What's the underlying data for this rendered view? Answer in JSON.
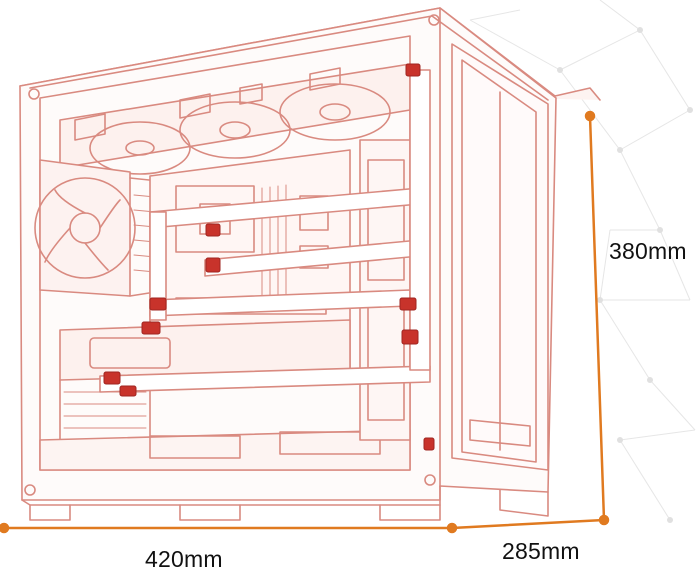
{
  "dimensions": {
    "height": "380mm",
    "width": "420mm",
    "depth": "285mm"
  },
  "colors": {
    "outline": "#d98a80",
    "accent_red": "#c8332b",
    "dimension_line": "#e07a20",
    "panel_fill": "#fdf3f1",
    "background_network": "#e6e6e6"
  }
}
